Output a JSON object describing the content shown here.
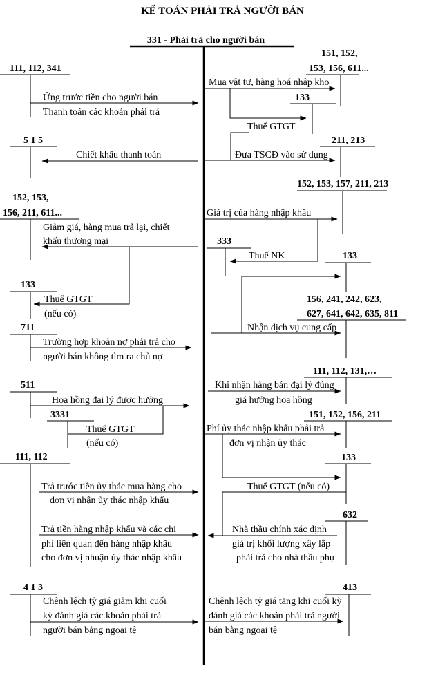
{
  "title": "KẾ TOÁN PHẢI TRẢ NGƯỜI BÁN",
  "central_account": "331 - Phải trả cho người bán",
  "debit_side": {
    "acc_111_112_341": "111, 112, 341",
    "txt_ung_truoc": "Ứng trước tiền cho người bán",
    "txt_thanh_toan": "Thanh toán các khoản phải trả",
    "acc_515": "5 1 5",
    "txt_chiet_khau_tt": "Chiết khấu thanh toán",
    "acc_152_153_l1": "152, 153,",
    "acc_152_153_l2": "156, 211, 611...",
    "txt_giam_gia_l1": "Giảm giá, hàng mua trả lại, chiết",
    "txt_giam_gia_l2": "khấu thương mại",
    "acc_133_left": "133",
    "txt_thue_gtgt_left": "Thuế GTGT",
    "txt_neu_co_left": "(nếu có)",
    "acc_711": "711",
    "txt_711_l1": "Trường hợp khoản nợ phải trả cho",
    "txt_711_l2": "người bán không tìm ra chủ nợ",
    "acc_511": "511",
    "txt_hoa_hong": "Hoa hồng đại lý được hưởng",
    "acc_3331": "3331",
    "txt_thue_gtgt_3331": "Thuế GTGT",
    "txt_neu_co_3331": "(nếu có)",
    "acc_111_112": "111, 112",
    "txt_tra_truoc_l1": "Trả trước tiền ủy thác mua hàng cho",
    "txt_tra_truoc_l2": "đơn vị nhận ủy thác nhập khẩu",
    "txt_tra_tien_l1": "Trả tiền hàng nhập khẩu và các chi",
    "txt_tra_tien_l2": "phí liên quan đến hàng nhập khẩu",
    "txt_tra_tien_l3": "cho đơn vị nhuận ủy thác nhập khẩu",
    "acc_413_left": "4 1 3",
    "txt_cl_giam_l1": "Chênh lệch tỷ giá giảm khi cuối",
    "txt_cl_giam_l2": "kỳ đánh giá các khoản phải trả",
    "txt_cl_giam_l3": "người bán bằng ngoại tệ"
  },
  "credit_side": {
    "acc_151_l1": "151, 152,",
    "acc_151_l2": "153, 156, 611...",
    "txt_mua_vat_tu": "Mua vật tư, hàng hoá nhập kho",
    "acc_133_a": "133",
    "txt_thue_gtgt_a": "Thuế GTGT",
    "acc_211_213": "211, 213",
    "txt_dua_tscd": "Đưa TSCĐ vào sử dụng",
    "acc_152_153_157": "152, 153, 157, 211, 213",
    "txt_gia_tri_nk": "Giá trị của hàng nhập khẩu",
    "acc_333": "333",
    "txt_thue_nk": "Thuế NK",
    "acc_133_b": "133",
    "acc_156_241_l1": "156, 241, 242, 623,",
    "acc_156_241_l2": "627, 641, 642, 635, 811",
    "txt_nhan_dich_vu": "Nhận dịch vụ  cung cấp",
    "acc_111_112_131": "111, 112, 131,…",
    "txt_khi_nhan_l1": "Khi nhận hàng bán đại lý đúng",
    "txt_khi_nhan_l2": "giá hưởng hoa hồng",
    "acc_151_152_156_211": "151, 152, 156, 211",
    "txt_phi_uy_thac_l1": "Phí ủy thác nhập khẩu phải trả",
    "txt_phi_uy_thac_l2": "đơn vị nhận ủy thác",
    "acc_133_c": "133",
    "txt_thue_gtgt_neu_co": "Thuế GTGT (nếu có)",
    "acc_632": "632",
    "txt_nha_thau_l1": "Nhà thầu chính xác định",
    "txt_nha_thau_l2": "giá trị khối lượng xây lắp",
    "txt_nha_thau_l3": "phải trả cho nhà thầu phụ",
    "acc_413_right": "413",
    "txt_cl_tang_l1": "Chênh lệch tỷ giá tăng khi cuối kỳ",
    "txt_cl_tang_l2": "đánh giá các khoản phải trả người",
    "txt_cl_tang_l3": "bán bằng ngoại tệ"
  }
}
